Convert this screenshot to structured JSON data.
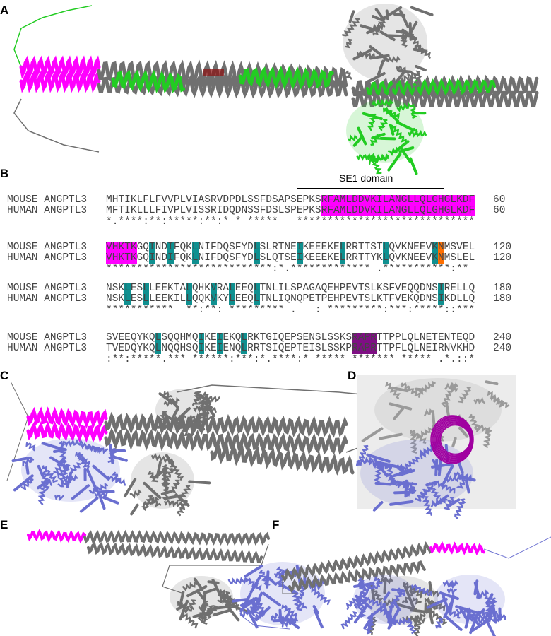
{
  "panels": {
    "a": "A",
    "b": "B",
    "c": "C",
    "d": "D",
    "e": "E",
    "f": "F"
  },
  "alignment": {
    "domain_label": "SE1 domain",
    "names": [
      "MOUSE ANGPTL3",
      "HUMAN ANGPTL3"
    ],
    "blocks": [
      {
        "end": "60",
        "mouse": "MHTIKLFLFVVPLVIASRVDPDLSSFDSAPSEPKSRFAMLDDVKILANGLLQLGHGLKDF",
        "human": "MFTIKLLLFIVPLVISSRIDQDNSSFDSLSPEPKSRFAMLDDVKILANGLLQLGHGLKDF",
        "conservation": "*.****:**:*****:**:* * *****   *****************************",
        "highlights": [
          {
            "from": 36,
            "to": 60,
            "type": "se1"
          }
        ]
      },
      {
        "end": "120",
        "mouse": "VHKTKGQINDIFQKLNIFDQSFYDLSLRTNEIKEEEKELRRTTSTLQVKNEEVKNMSVEL",
        "human": "VHKTKGQINDIFQKLNIFDQSFYDLSLQTSEIKEEEKELRRTTYKLQVKNEEVKNMSLEL",
        "conservation": "***************************:*.************* .***********:**",
        "highlights": [
          {
            "from": 1,
            "to": 5,
            "type": "se1"
          },
          {
            "from": 8,
            "to": 8,
            "type": "teal"
          },
          {
            "from": 11,
            "to": 11,
            "type": "teal"
          },
          {
            "from": 15,
            "to": 15,
            "type": "teal"
          },
          {
            "from": 25,
            "to": 25,
            "type": "teal"
          },
          {
            "from": 32,
            "to": 32,
            "type": "teal"
          },
          {
            "from": 39,
            "to": 39,
            "type": "teal"
          },
          {
            "from": 46,
            "to": 46,
            "type": "teal"
          },
          {
            "from": 54,
            "to": 54,
            "type": "teal"
          },
          {
            "from": 55,
            "to": 55,
            "type": "orange"
          }
        ]
      },
      {
        "end": "180",
        "mouse": "NSKLESLLEEKTALQHKVRALEEQLTNLILSPAGAQEHPEVTSLKSFVEQQDNSIRELLQ",
        "human": "NSKLESLLEEKILLQQKVKYLEEQLTNLIQNQPETPEHPEVTSLKTFVEKQDNSIKDLLQ",
        "conservation": "***********  **:**: ********* .   : *********:***:*****::***",
        "highlights": [
          {
            "from": 4,
            "to": 4,
            "type": "teal"
          },
          {
            "from": 7,
            "to": 7,
            "type": "teal"
          },
          {
            "from": 14,
            "to": 14,
            "type": "teal"
          },
          {
            "from": 18,
            "to": 18,
            "type": "teal"
          },
          {
            "from": 21,
            "to": 21,
            "type": "teal"
          },
          {
            "from": 25,
            "to": 25,
            "type": "teal"
          },
          {
            "from": 55,
            "to": 55,
            "type": "teal"
          }
        ]
      },
      {
        "end": "240",
        "mouse": "SVEEQYKQLSQQHMQIKEIEKQLRKTGIQEPSENSLSSKSRAPRTTPPLQLNETENTEQD",
        "human": "TVEDQYKQLNQQHSQIKEIENQLRRTSIQEPTEISLSSKPRAPRTTPFLQLNEIRNVKHD",
        "conservation": ":**:*****.*** ******:***:*.****:* ***** ******* ***** .*.::*",
        "highlights": [
          {
            "from": 9,
            "to": 9,
            "type": "teal"
          },
          {
            "from": 16,
            "to": 16,
            "type": "teal"
          },
          {
            "from": 19,
            "to": 19,
            "type": "teal"
          },
          {
            "from": 23,
            "to": 23,
            "type": "teal"
          },
          {
            "from": 41,
            "to": 44,
            "type": "purple"
          }
        ]
      }
    ]
  },
  "colors": {
    "se1": "#ff00ff",
    "teal": "#0f9090",
    "orange": "#ff6f00",
    "purple": "#7f0f84",
    "green": "#22cc22",
    "gray": "#707070",
    "blue": "#6a6fd0",
    "darkred": "#8b1010",
    "steelblue": "#2f7fc1"
  }
}
